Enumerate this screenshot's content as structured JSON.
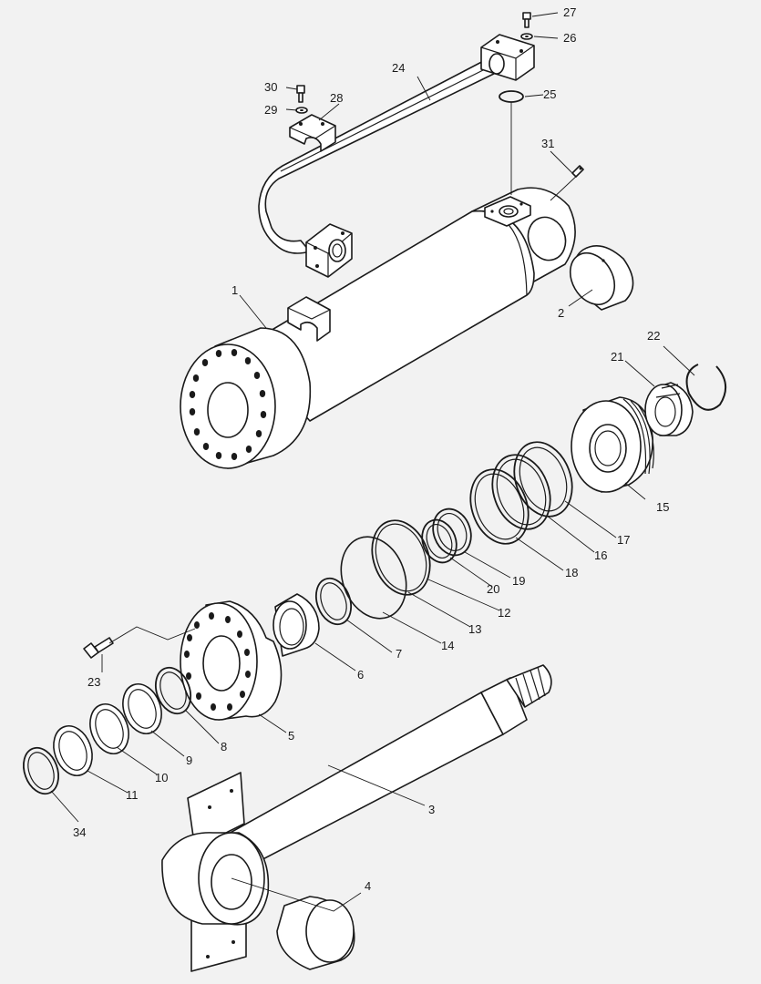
{
  "callouts": [
    "1",
    "2",
    "3",
    "4",
    "5",
    "6",
    "7",
    "8",
    "9",
    "10",
    "11",
    "12",
    "13",
    "14",
    "15",
    "16",
    "17",
    "18",
    "19",
    "20",
    "21",
    "22",
    "23",
    "24",
    "25",
    "26",
    "27",
    "28",
    "29",
    "30",
    "31",
    "34"
  ],
  "colors": {
    "background": "#f2f2f2",
    "line": "#1a1a1a",
    "fill": "#ffffff"
  }
}
